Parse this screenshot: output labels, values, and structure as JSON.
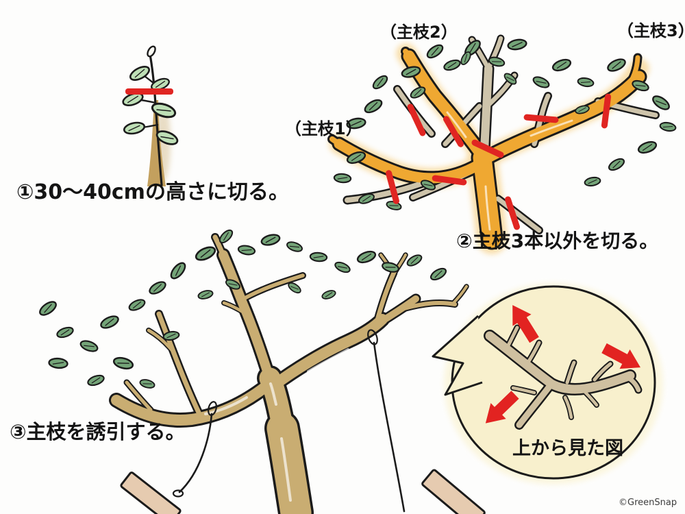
{
  "steps": [
    {
      "label": "①30〜40cmの高さに切る。"
    },
    {
      "label": "②主枝3本以外を切る。"
    },
    {
      "label": "③主枝を誘引する。"
    }
  ],
  "branch_labels": [
    {
      "label": "（主枝1）"
    },
    {
      "label": "（主枝2）"
    },
    {
      "label": "（主枝3）"
    }
  ],
  "inset": {
    "caption": "上から見た図"
  },
  "credit": {
    "label": "©GreenSnap"
  },
  "icons": {
    "cut_marks": "red-cut-mark",
    "arrows": "red-direction-arrow"
  },
  "colors": {
    "outline": "#1b1b1b",
    "trunk_tan": "#c9ad72",
    "sapling_tan": "#c3a05e",
    "trunk_grey": "#cec4ab",
    "highlight_orange": "#efa832",
    "glow_orange": "#f5bb4e",
    "cut_red": "#e02522",
    "arrow_red": "#e22321",
    "leaf_light": "#bedfb6",
    "leaf_dark": "#74a478",
    "inset_bg": "#f8f0cd",
    "inset_glow": "#fbf5da",
    "inset_branch": "#cfc0a0",
    "stake_tan": "#e6cbb0",
    "text": "#141414"
  }
}
